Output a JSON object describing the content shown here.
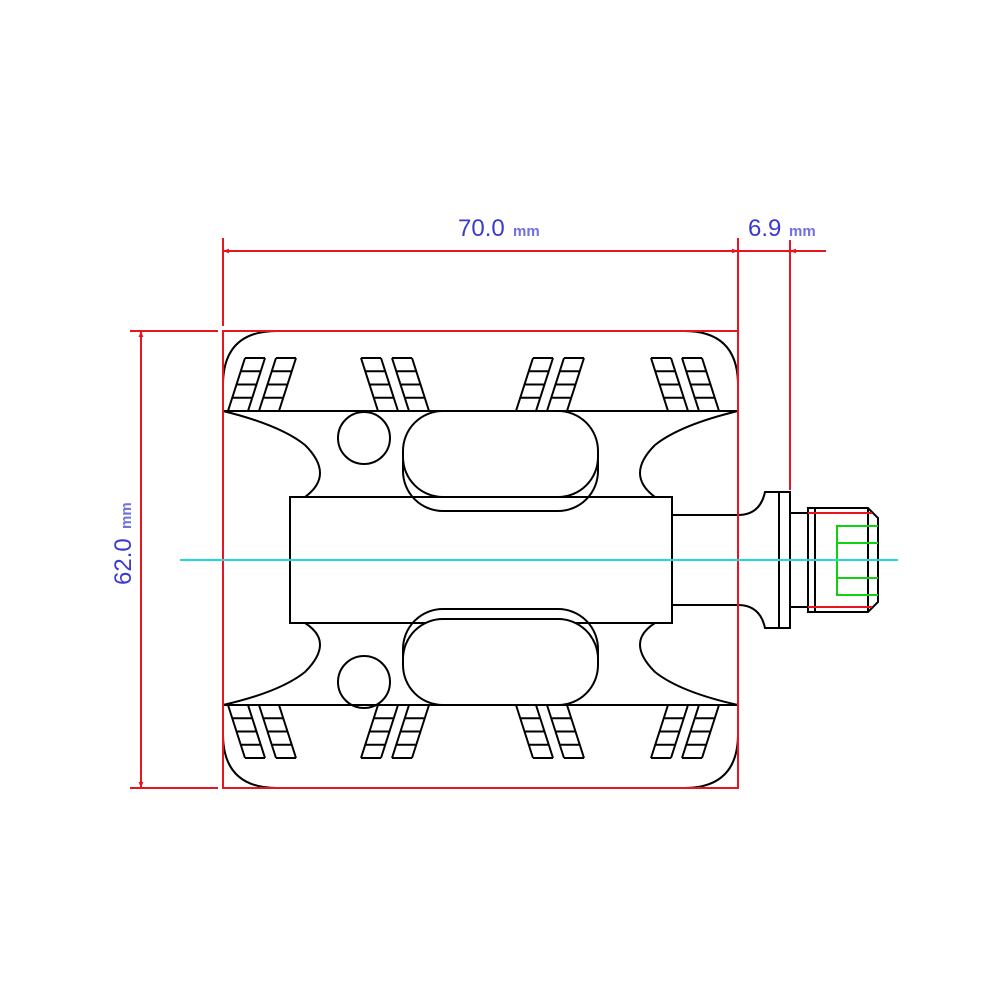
{
  "dimensions": {
    "width": {
      "value": "70.0",
      "unit": "mm"
    },
    "axle": {
      "value": "6.9",
      "unit": "mm"
    },
    "height": {
      "value": "62.0",
      "unit": "mm"
    }
  },
  "colors": {
    "dimension": "#e8141e",
    "centerline": "#22d8e0",
    "thread": "#10d010",
    "outline": "#000000",
    "text": "#3a3ad0"
  }
}
